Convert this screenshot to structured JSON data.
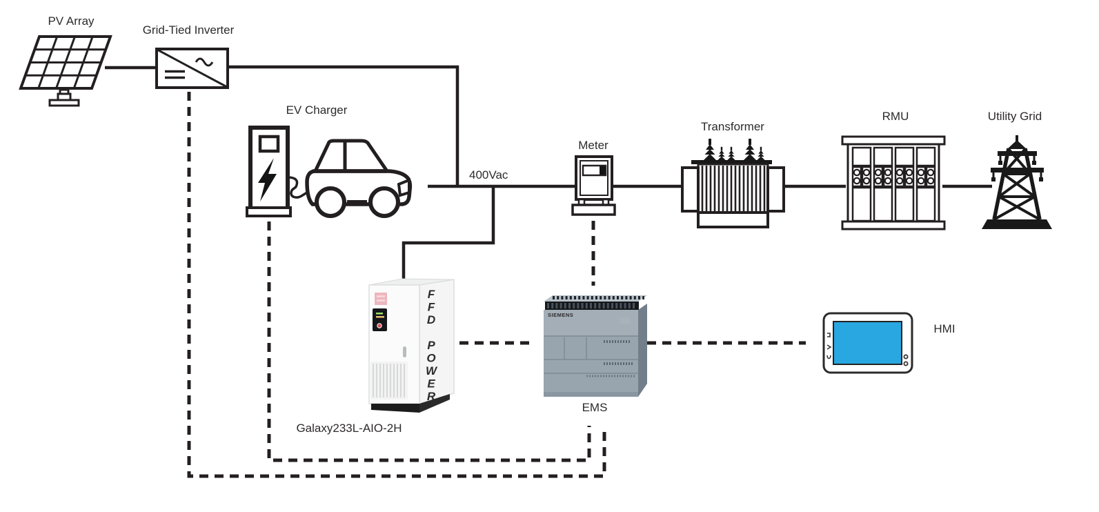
{
  "diagram": {
    "labels": {
      "pv_array": "PV Array",
      "grid_tied_inverter": "Grid-Tied Inverter",
      "ev_charger": "EV Charger",
      "bus_voltage": "400Vac",
      "meter": "Meter",
      "transformer": "Transformer",
      "rmu": "RMU",
      "utility_grid": "Utility Grid",
      "battery_model": "Galaxy233L-AIO-2H",
      "ems": "EMS",
      "hmi": "HMI"
    },
    "branding": {
      "battery_side_text": "FFD POWER",
      "ems_brand": "SIEMENS"
    },
    "colors": {
      "line": "#231f20",
      "battery_accent": "#6fd2c8",
      "siemens_teal": "#009e96",
      "hmi_screen": "#29a7e0",
      "badge_pink": "#edb6bd",
      "ems_body": "#98a4ae"
    }
  }
}
